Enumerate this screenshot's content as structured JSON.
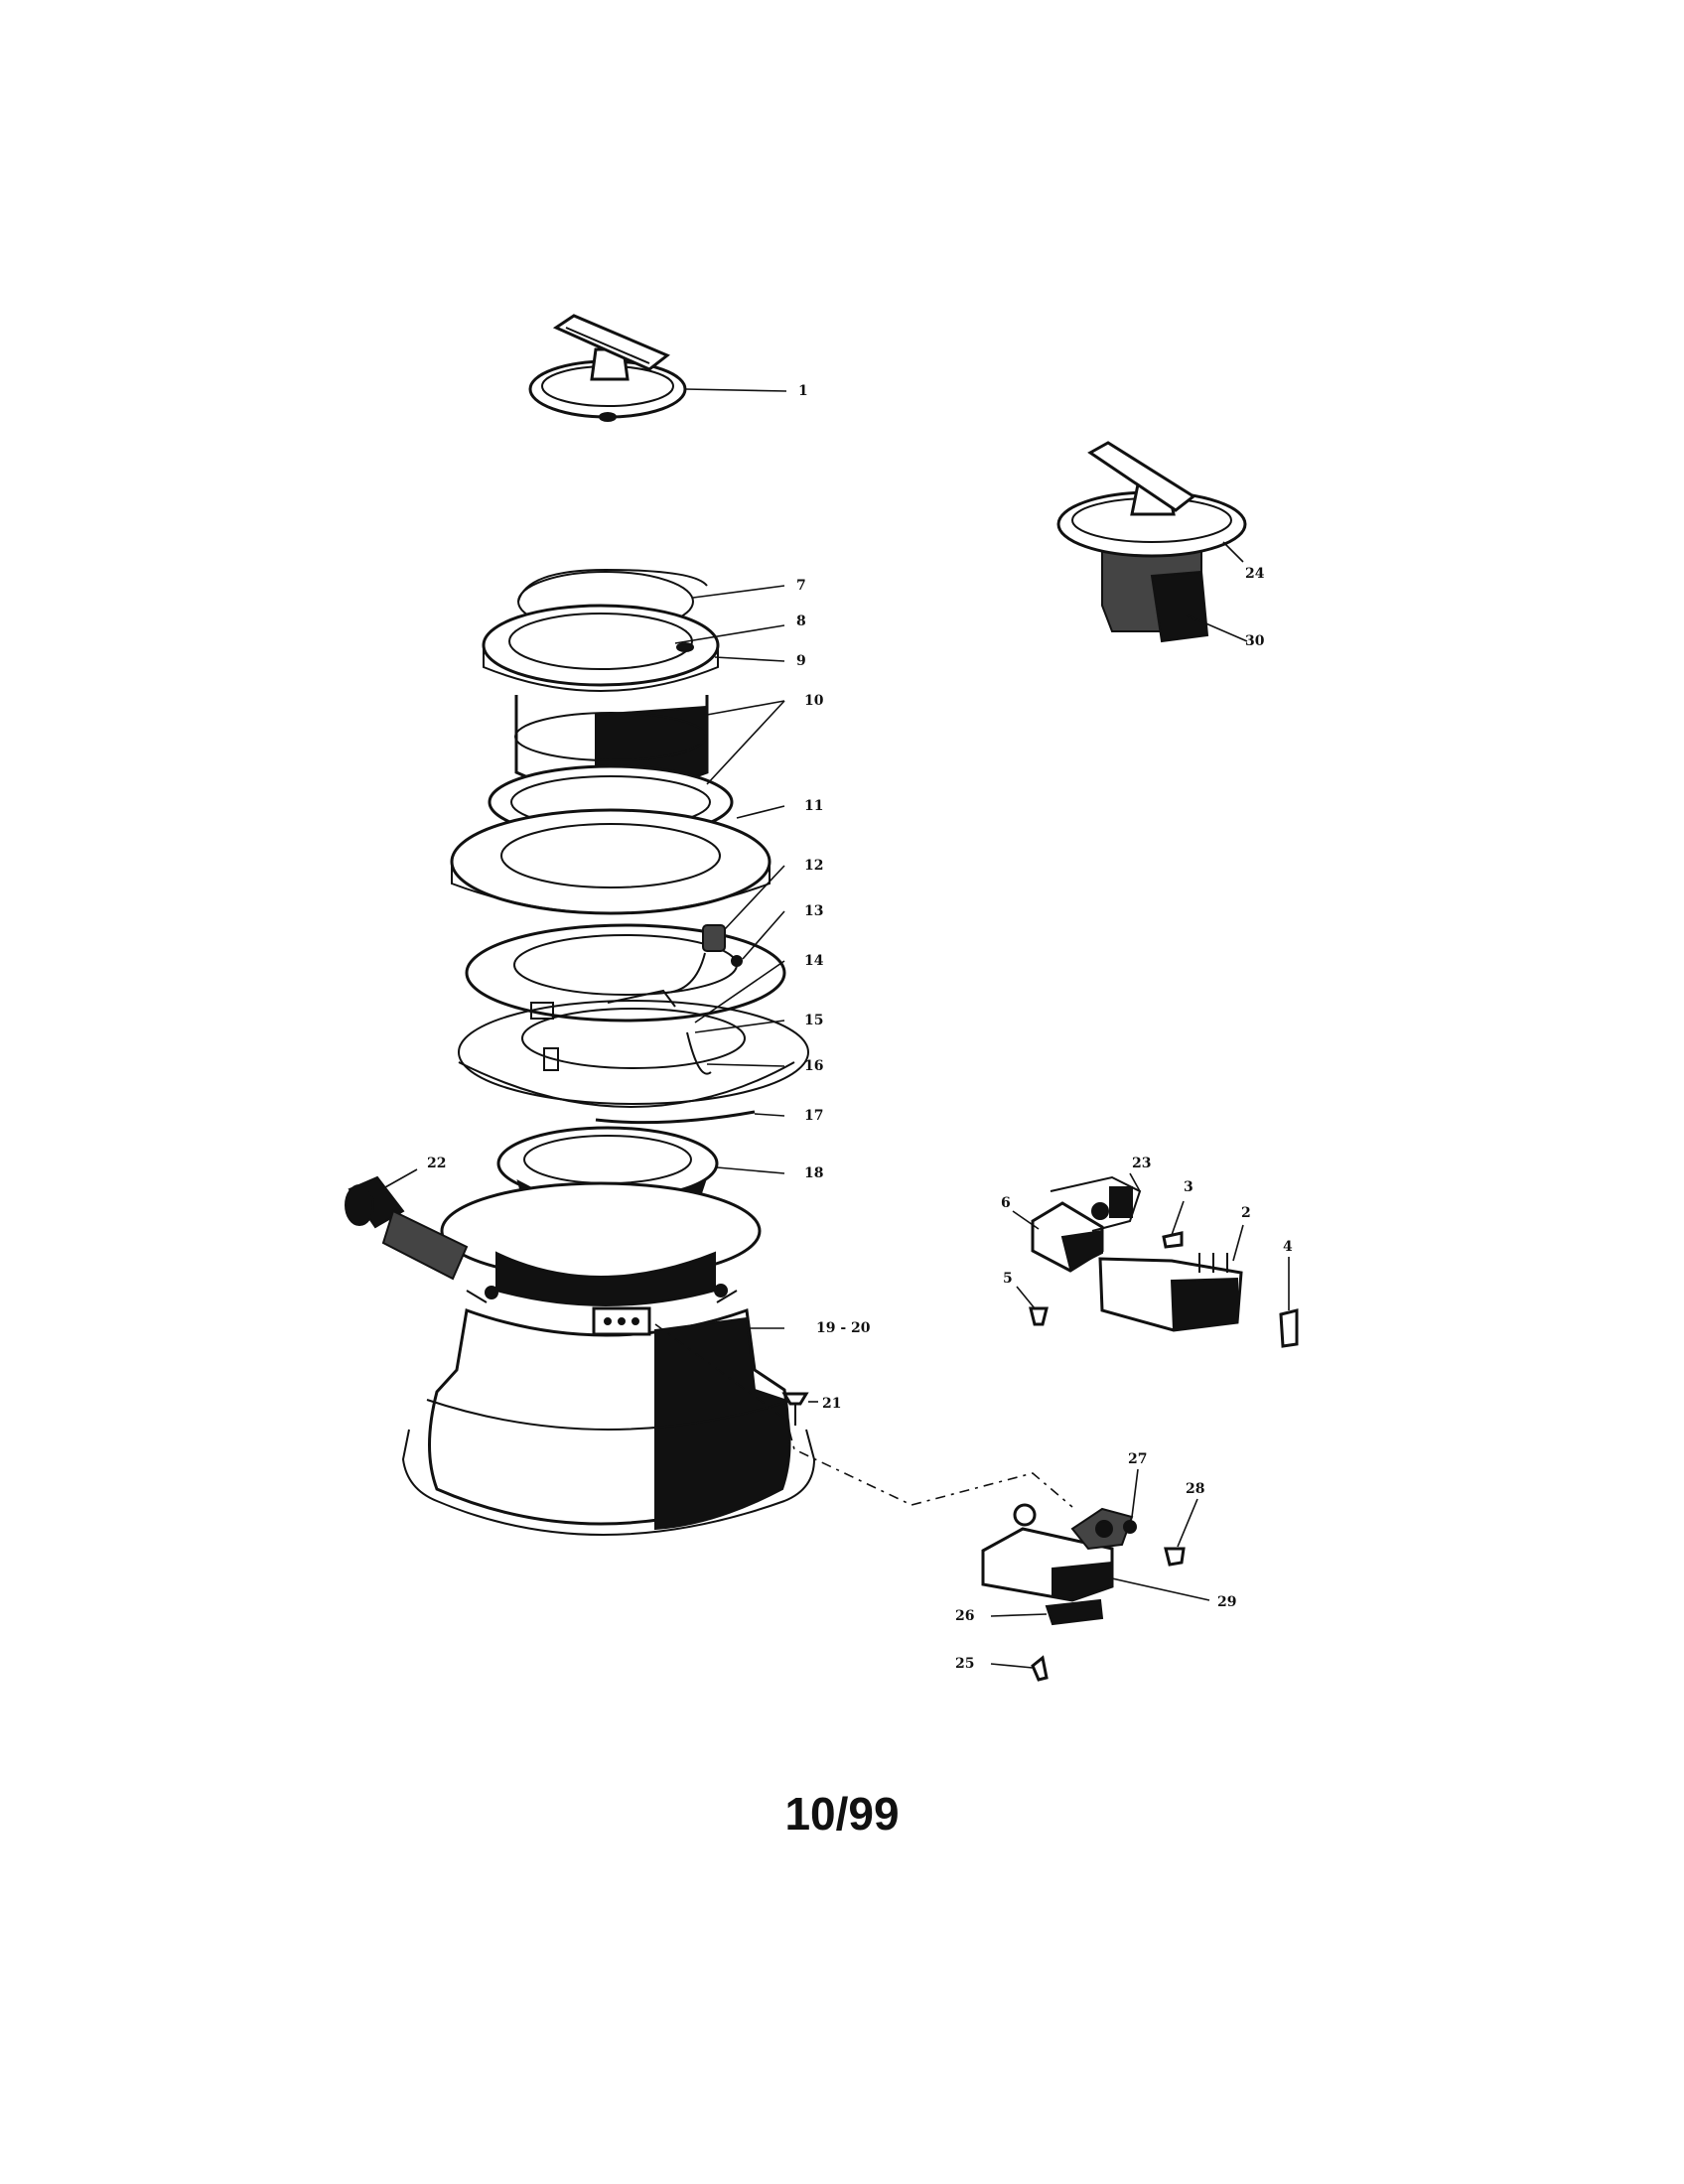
{
  "diagram": {
    "callouts": {
      "c1": "1",
      "c2": "2",
      "c3": "3",
      "c4": "4",
      "c5": "5",
      "c6": "6",
      "c7": "7",
      "c8": "8",
      "c9": "9",
      "c10": "10",
      "c11": "11",
      "c12": "12",
      "c13": "13",
      "c14": "14",
      "c15": "15",
      "c16": "16",
      "c17": "17",
      "c18": "18",
      "c19_20": "19 - 20",
      "c21": "21",
      "c22": "22",
      "c23": "23",
      "c24": "24",
      "c25": "25",
      "c26": "26",
      "c27": "27",
      "c28": "28",
      "c29": "29",
      "c30": "30"
    }
  },
  "footer": {
    "date_code": "10/99"
  }
}
